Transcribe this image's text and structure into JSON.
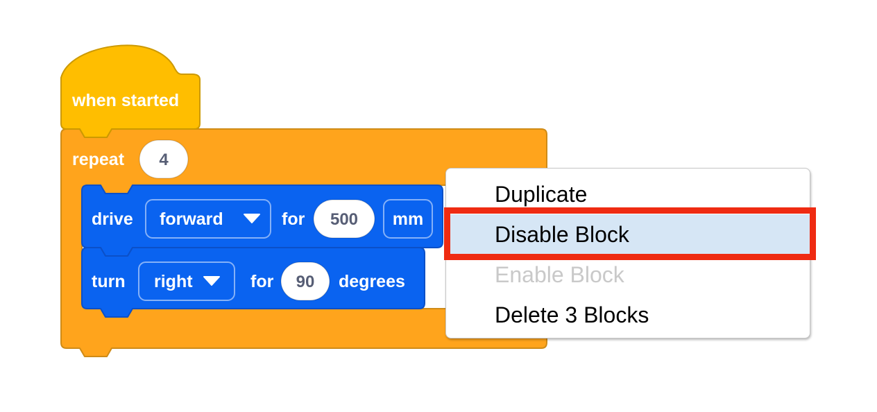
{
  "blocks": {
    "hat": {
      "label": "when started"
    },
    "repeat": {
      "label": "repeat",
      "count": "4"
    },
    "drive": {
      "verb": "drive",
      "direction": "forward",
      "preposition": "for",
      "distance": "500",
      "unit": "mm"
    },
    "turn": {
      "verb": "turn",
      "direction": "right",
      "preposition": "for",
      "angle": "90",
      "unit": "degrees"
    }
  },
  "menu": {
    "items": [
      {
        "label": "Duplicate",
        "state": "normal"
      },
      {
        "label": "Disable Block",
        "state": "highlighted"
      },
      {
        "label": "Enable Block",
        "state": "disabled"
      },
      {
        "label": "Delete 3 Blocks",
        "state": "normal"
      }
    ]
  },
  "annotation": {
    "type": "red-highlight-box",
    "target": "Disable Block"
  },
  "colors": {
    "hat_fill": "#FFBE00",
    "hat_stroke": "#CC9900",
    "control_fill": "#FFA41C",
    "control_stroke": "#CF8B17",
    "motion_fill": "#0A63F0",
    "motion_stroke": "#0B50C8",
    "field_bg": "#FFFFFF",
    "field_text": "#575E75",
    "menu_highlight_bg": "#D6E6F5",
    "menu_disabled_text": "#C9C9C9",
    "annotation_red": "#EF2B12"
  }
}
